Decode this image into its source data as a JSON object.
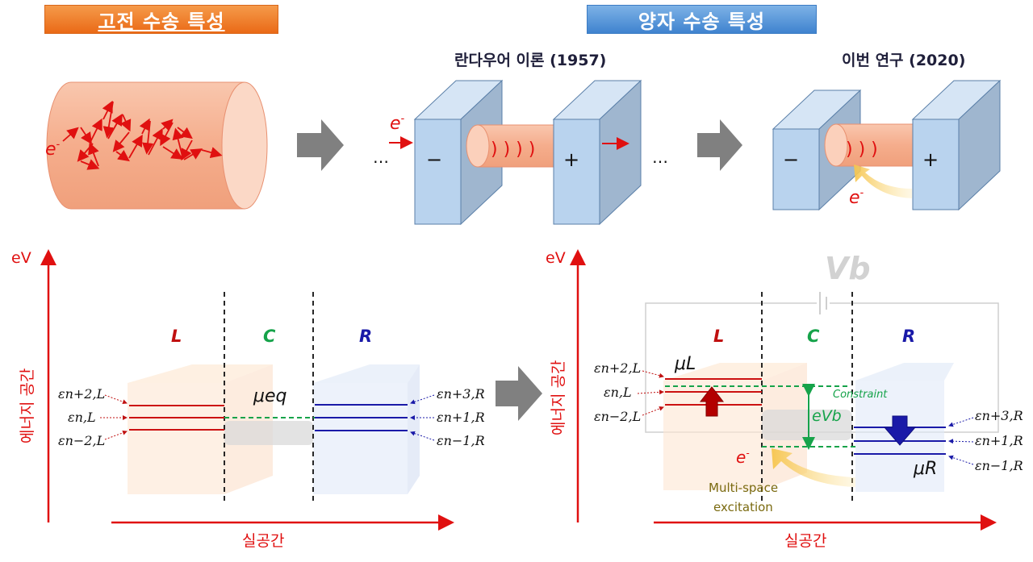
{
  "banners": {
    "classical": "고전 수송 특성",
    "quantum": "양자 수송 특성"
  },
  "headings": {
    "landauer": "란다우어 이론 (1957)",
    "this_work": "이번 연구 (2020)"
  },
  "top": {
    "electron_base": "e",
    "electron_sup": "-",
    "ellipsis": "…",
    "minus": "−",
    "plus": "+",
    "waves": ")  )  )  )",
    "waves3": ")  )  )"
  },
  "diagram": {
    "ev": "eV",
    "energy_axis": "에너지 공간",
    "real_axis": "실공간",
    "region_L": "L",
    "region_C": "C",
    "region_R": "R",
    "mu_eq": "μeq",
    "mu_L": "μL",
    "mu_R": "μR",
    "constraint": "Constraint",
    "eVb": "eVb",
    "Vb": "Vb",
    "multi_space": "Multi-space",
    "excitation": "excitation",
    "levels_left": [
      "εn+2,L",
      "εn,L",
      "εn−2,L"
    ],
    "levels_right": [
      "εn+3,R",
      "εn+1,R",
      "εn−1,R"
    ]
  },
  "colors": {
    "red": "#e01010",
    "dark_red": "#b30000",
    "blue": "#1a1aa8",
    "green": "#16a34a",
    "olive": "#7a6a10",
    "orange_tube": "#f7b89a",
    "plate": "#b9d3ee",
    "arrow_gray": "#808080"
  }
}
